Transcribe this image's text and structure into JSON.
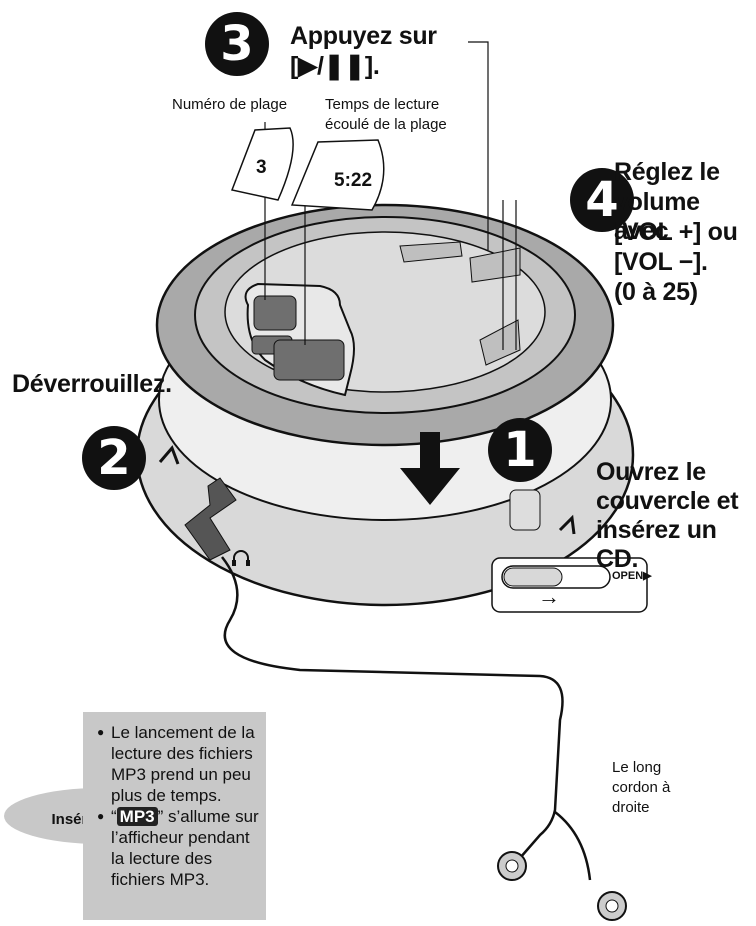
{
  "steps": {
    "step1": {
      "number": "1",
      "text": "Ouvrez le couvercle et insérez un CD."
    },
    "step2": {
      "number": "2",
      "text": "Déverrouillez.",
      "bubble": "Insérez à fond."
    },
    "step3": {
      "number": "3",
      "line1": "Appuyez sur",
      "line2": "[▶/❚❚]."
    },
    "step4": {
      "number": "4",
      "lines": [
        "Réglez le",
        "volume avec",
        "[VOL +] ou",
        "[VOL −].",
        "(0 à 25)"
      ]
    }
  },
  "display": {
    "track_label": "Numéro de plage",
    "track_value": "3",
    "time_label_line1": "Temps de lecture",
    "time_label_line2": "écoulé de la plage",
    "time_value": "5:22"
  },
  "switch": {
    "label": "OPEN▶",
    "arrow": "→"
  },
  "icons": {
    "headphone": "headphone-icon"
  },
  "cord_label": [
    "Le long",
    "cordon à",
    "droite"
  ],
  "note": {
    "item1": "Le lancement de la lecture des fichiers MP3 prend un peu plus de temps.",
    "item2_prefix": "“",
    "item2_badge": "MP3",
    "item2_suffix": "” s’allume sur l’afficheur pendant la lecture des fichiers MP3."
  }
}
